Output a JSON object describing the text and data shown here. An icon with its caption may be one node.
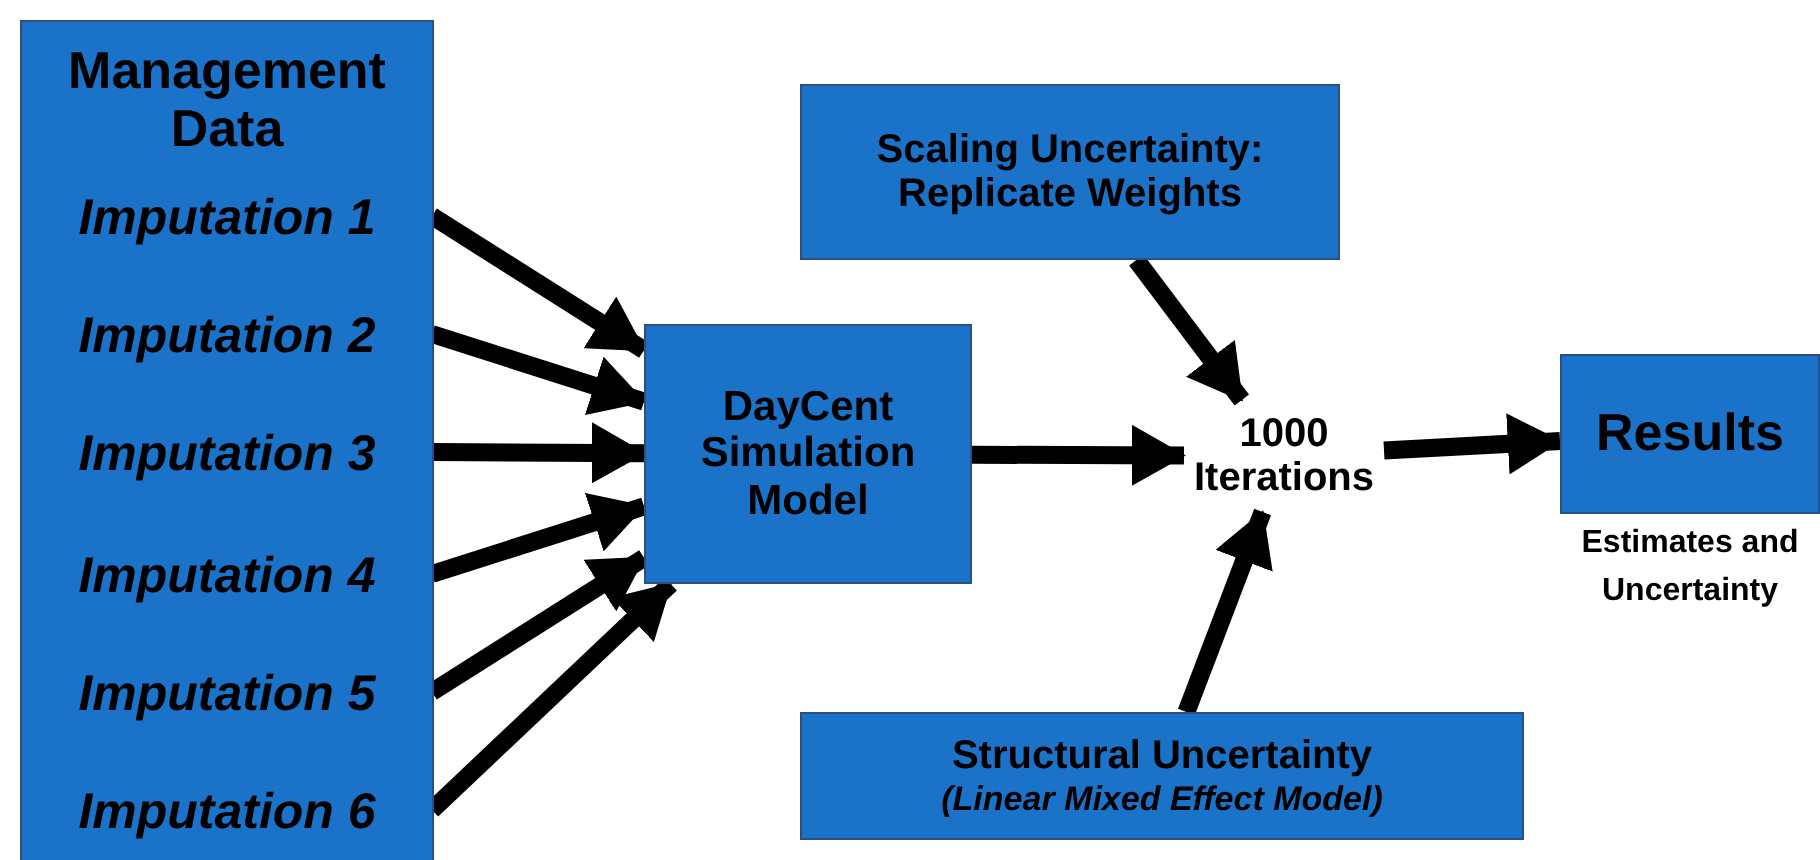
{
  "diagram": {
    "nodes": [
      {
        "text": [
          "Management Data"
        ]
      },
      {
        "text": [
          "Imputation 1"
        ],
        "in": 0
      },
      {
        "text": [
          "Imputation 2"
        ],
        "in": 0
      },
      {
        "text": [
          "Imputation 3"
        ],
        "in": 0
      },
      {
        "text": [
          "Imputation 4"
        ],
        "in": 0
      },
      {
        "text": [
          "Imputation 5"
        ],
        "in": 0
      },
      {
        "text": [
          "Imputation 6"
        ],
        "in": 0
      },
      {
        "text": [
          "DayCent Simulation Model"
        ]
      },
      {
        "text": [
          "Scaling Uncertainty: Replicate Weights"
        ]
      },
      {
        "text": [
          "1000 Iterations"
        ]
      },
      {
        "text": [
          "Structural Uncertainty",
          "(Linear Mixed Effect Model)"
        ]
      },
      {
        "text": [
          "Results"
        ],
        "beside": [
          "Estimates and Uncertainty"
        ]
      }
    ],
    "edges": [
      {
        "from": 1,
        "to": 7,
        "arrow": "to"
      },
      {
        "from": 2,
        "to": 7,
        "arrow": "to"
      },
      {
        "from": 3,
        "to": 7,
        "arrow": "to"
      },
      {
        "from": 4,
        "to": 7,
        "arrow": "to"
      },
      {
        "from": 5,
        "to": 7,
        "arrow": "to"
      },
      {
        "from": 6,
        "to": 7,
        "arrow": "to"
      },
      {
        "from": 7,
        "to": 9,
        "arrow": "to"
      },
      {
        "from": 8,
        "to": 9,
        "arrow": "to"
      },
      {
        "from": 10,
        "to": 9,
        "arrow": "to"
      },
      {
        "from": 9,
        "to": 11,
        "arrow": "to"
      }
    ]
  }
}
